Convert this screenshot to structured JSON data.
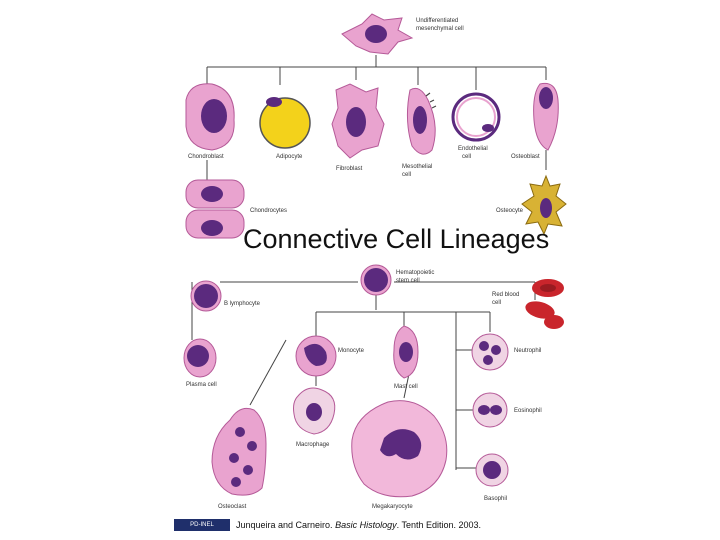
{
  "title": "Connective Cell Lineages",
  "citation": {
    "authors": "Junqueira and Carneiro.",
    "book": "Basic Histology",
    "edition": ". Tenth Edition. 2003."
  },
  "license_badge": "PD-INEL",
  "labels": {
    "mesenchymal_1": "Undifferentiated",
    "mesenchymal_2": "mesenchymal cell",
    "chondroblast": "Chondroblast",
    "adipocyte": "Adipocyte",
    "fibroblast": "Fibroblast",
    "mesothelial_1": "Mesothelial",
    "mesothelial_2": "cell",
    "endothelial_1": "Endothelial",
    "endothelial_2": "cell",
    "osteoblast": "Osteoblast",
    "chondrocytes": "Chondrocytes",
    "osteocyte": "Osteocyte",
    "hemopoietic_1": "Hematopoietic",
    "hemopoietic_2": "stem cell",
    "b_lymphocyte": "B lymphocyte",
    "red_blood_1": "Red blood",
    "red_blood_2": "cell",
    "monocyte": "Monocyte",
    "neutrophil": "Neutrophil",
    "mast_cell": "Mast cell",
    "plasma_cell": "Plasma cell",
    "eosinophil": "Eosinophil",
    "macrophage": "Macrophage",
    "osteoclast": "Osteoclast",
    "megakaryocyte": "Megakaryocyte",
    "basophil": "Basophil"
  },
  "colors": {
    "cytoplasm": "#e9a3cf",
    "nucleus": "#5b2a7e",
    "adipocyte": "#f3d21b",
    "rbc": "#c9252c",
    "osteocyte": "#d8b234"
  }
}
